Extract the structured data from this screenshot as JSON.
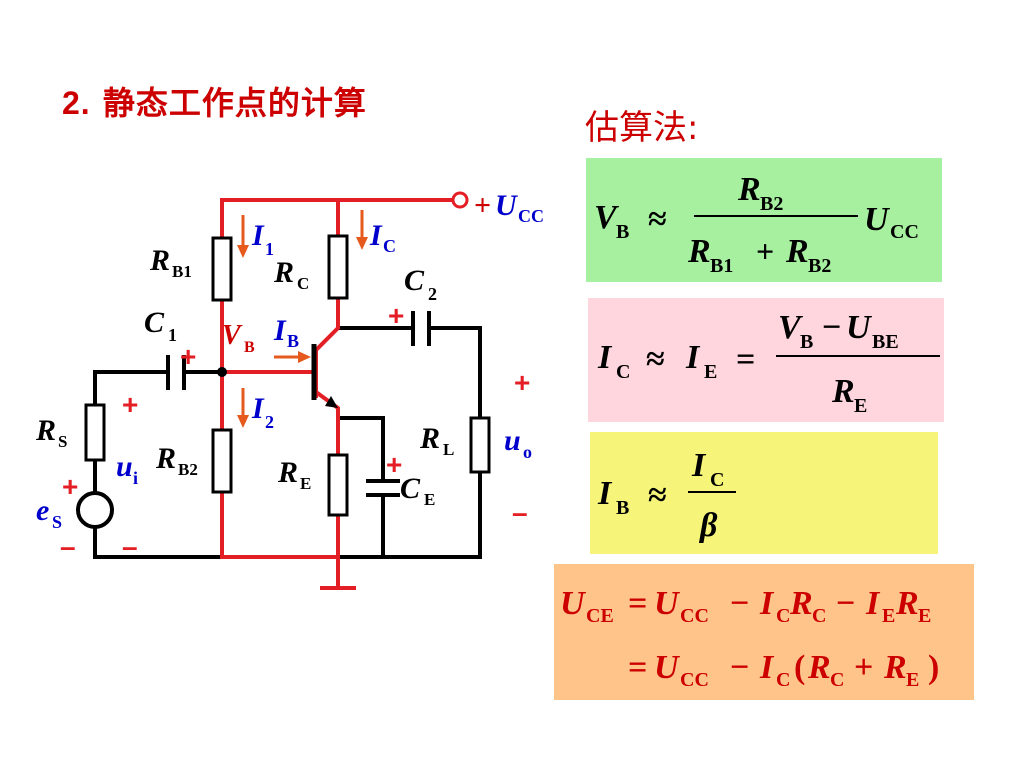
{
  "title": {
    "number": "2.",
    "text": "静态工作点的计算"
  },
  "method_label": "估算法:",
  "circuit": {
    "supply": {
      "sign": "+",
      "symbol": "U",
      "sub": "CC"
    },
    "labels": {
      "I1": {
        "main": "I",
        "sub": "1"
      },
      "IC": {
        "main": "I",
        "sub": "C"
      },
      "RB1": {
        "main": "R",
        "sub": "B1"
      },
      "RC": {
        "main": "R",
        "sub": "C"
      },
      "C2": {
        "main": "C",
        "sub": "2"
      },
      "C1": {
        "main": "C",
        "sub": "1"
      },
      "VB": {
        "main": "V",
        "sub": "B"
      },
      "IB": {
        "main": "I",
        "sub": "B"
      },
      "I2": {
        "main": "I",
        "sub": "2"
      },
      "RS": {
        "main": "R",
        "sub": "S"
      },
      "ui": {
        "main": "u",
        "sub": "i"
      },
      "RB2": {
        "main": "R",
        "sub": "B2"
      },
      "RE": {
        "main": "R",
        "sub": "E"
      },
      "RL": {
        "main": "R",
        "sub": "L"
      },
      "uo": {
        "main": "u",
        "sub": "o"
      },
      "CE": {
        "main": "C",
        "sub": "E"
      },
      "eS": {
        "main": "e",
        "sub": "S"
      }
    },
    "signs": {
      "plus": "+",
      "minus": "–"
    }
  },
  "formulas": {
    "vb": {
      "lhs": "V",
      "lhs_sub": "B",
      "approx": "≈",
      "num": "R",
      "num_sub": "B2",
      "den_a": "R",
      "den_a_sub": "B1",
      "den_op": "+",
      "den_b": "R",
      "den_b_sub": "B2",
      "tail": "U",
      "tail_sub": "CC"
    },
    "ic": {
      "a": "I",
      "a_sub": "C",
      "approx": "≈",
      "b": "I",
      "b_sub": "E",
      "eq": "=",
      "num_a": "V",
      "num_a_sub": "B",
      "num_op": "−",
      "num_b": "U",
      "num_b_sub": "BE",
      "den": "R",
      "den_sub": "E"
    },
    "ib": {
      "lhs": "I",
      "lhs_sub": "B",
      "approx": "≈",
      "num": "I",
      "num_sub": "C",
      "den": "β"
    },
    "uce": {
      "l1_lhs": "U",
      "l1_lhs_sub": "CE",
      "eq": "=",
      "u": "U",
      "u_sub": "CC",
      "minus": "−",
      "ic": "I",
      "ic_sub": "C",
      "rc": "R",
      "rc_sub": "C",
      "ie": "I",
      "ie_sub": "E",
      "re": "R",
      "re_sub": "E",
      "lp": "(",
      "plus": "+",
      "rp": ")"
    }
  },
  "colors": {
    "red": "#e31e24",
    "dark_red": "#c00000",
    "blue": "#0000cc",
    "wire_black": "#000000",
    "box_green": "#a6f0a0",
    "box_pink": "#ffd6de",
    "box_yellow": "#f6f57a",
    "box_orange": "#ffc48a",
    "arrow": "#e65a1e"
  }
}
